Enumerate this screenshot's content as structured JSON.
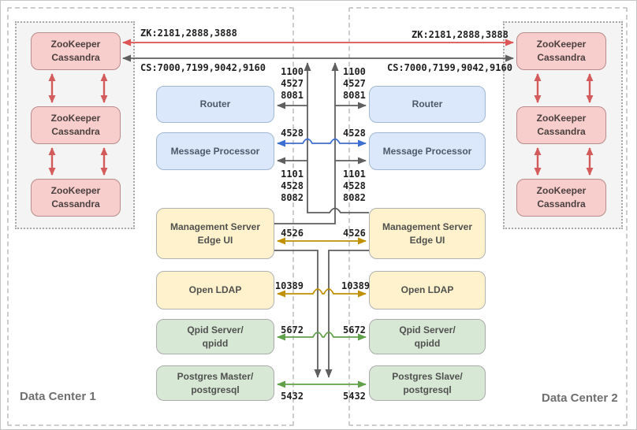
{
  "dc1": {
    "label": "Data Center 1",
    "zookeeper_nodes": [
      {
        "line1": "ZooKeeper",
        "line2": "Cassandra"
      },
      {
        "line1": "ZooKeeper",
        "line2": "Cassandra"
      },
      {
        "line1": "ZooKeeper",
        "line2": "Cassandra"
      }
    ],
    "router": "Router",
    "message_processor": "Message Processor",
    "management_line1": "Management Server",
    "management_line2": "Edge UI",
    "ldap": "Open LDAP",
    "qpid_line1": "Qpid Server/",
    "qpid_line2": "qpidd",
    "postgres_line1": "Postgres Master/",
    "postgres_line2": "postgresql"
  },
  "dc2": {
    "label": "Data Center 2",
    "zookeeper_nodes": [
      {
        "line1": "ZooKeeper",
        "line2": "Cassandra"
      },
      {
        "line1": "ZooKeeper",
        "line2": "Cassandra"
      },
      {
        "line1": "ZooKeeper",
        "line2": "Cassandra"
      }
    ],
    "router": "Router",
    "message_processor": "Message Processor",
    "management_line1": "Management Server",
    "management_line2": "Edge UI",
    "ldap": "Open LDAP",
    "qpid_line1": "Qpid Server/",
    "qpid_line2": "qpidd",
    "postgres_line1": "Postgres Slave/",
    "postgres_line2": "postgresql"
  },
  "links": {
    "zookeeper_ports": "ZK:2181,2888,3888",
    "cassandra_ports": "CS:7000,7199,9042,9160",
    "router_ports": [
      "1100",
      "4527",
      "8081"
    ],
    "mp_sync_port": "4528",
    "mp_ports": [
      "1101",
      "4528",
      "8082"
    ],
    "management_port": "4526",
    "ldap_port": "10389",
    "qpid_port": "5672",
    "postgres_port": "5432"
  },
  "colors": {
    "gray_link": "#5f5f5f",
    "red_link": "#e06666",
    "cluster_arrow": "#d45b5b",
    "blue_link": "#3d6fd2",
    "yellow_link": "#bf9000",
    "green_link": "#62a14b"
  }
}
